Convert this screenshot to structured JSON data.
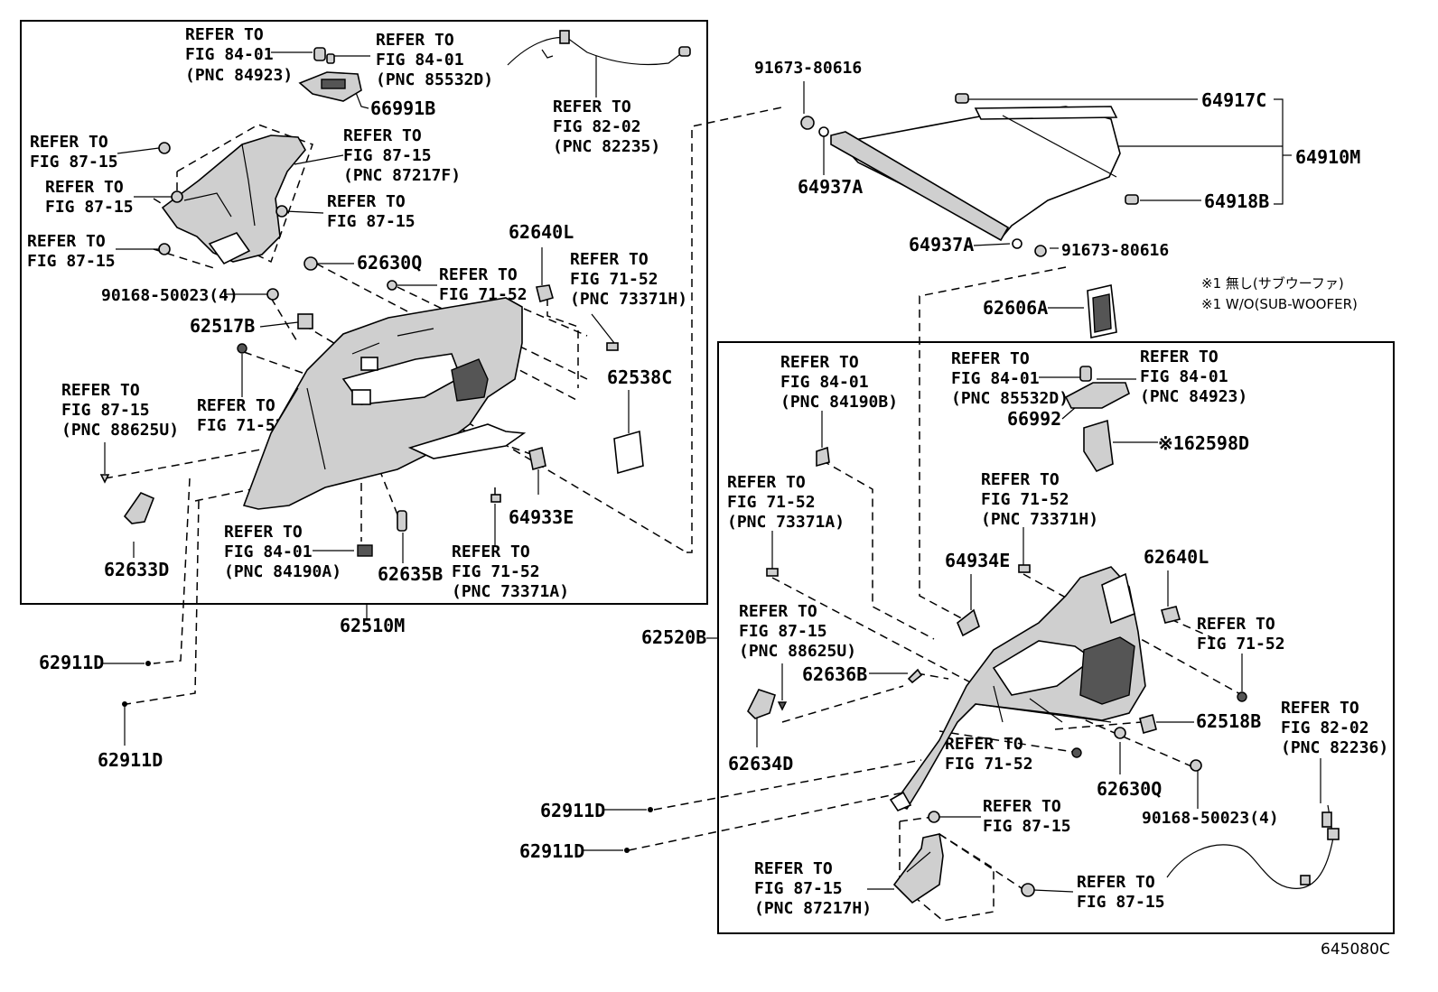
{
  "diagram_code": "645080C",
  "notes": {
    "line1": "※1 無し(サブウーファ)",
    "line2": "※1 W/O(SUB-WOOFER)"
  },
  "left_panel": {
    "assembly": "62510M",
    "refs": {
      "r1": [
        "REFER TO",
        "FIG 84-01",
        "(PNC 84923)"
      ],
      "r2": [
        "REFER TO",
        "FIG 84-01",
        "(PNC 85532D)"
      ],
      "r3": [
        "REFER TO",
        "FIG 82-02",
        "(PNC 82235)"
      ],
      "r4": [
        "REFER TO",
        "FIG 87-15"
      ],
      "r5": [
        "REFER TO",
        "FIG 87-15",
        "(PNC 87217F)"
      ],
      "r6": [
        "REFER TO",
        "FIG 87-15"
      ],
      "r7": [
        "REFER TO",
        "FIG 87-15"
      ],
      "r8": [
        "REFER TO",
        "FIG 87-15"
      ],
      "r9": [
        "REFER TO",
        "FIG 71-52"
      ],
      "r10": [
        "REFER TO",
        "FIG 71-52",
        "(PNC 73371H)"
      ],
      "r11": [
        "REFER TO",
        "FIG 87-15",
        "(PNC 88625U)"
      ],
      "r12": [
        "REFER TO",
        "FIG 71-52"
      ],
      "r13": [
        "REFER TO",
        "FIG 84-01",
        "(PNC 84190A)"
      ],
      "r14": [
        "REFER TO",
        "FIG 71-52",
        "(PNC 73371A)"
      ]
    },
    "parts": {
      "p66991B": "66991B",
      "p62630Q": "62630Q",
      "p62640L": "62640L",
      "p90168": "90168-50023(4)",
      "p62517B": "62517B",
      "p62538C": "62538C",
      "p64933E": "64933E",
      "p62633D": "62633D",
      "p62635B": "62635B"
    }
  },
  "top_right": {
    "bolt_top": "91673-80616",
    "p64937A_top": "64937A",
    "p64917C": "64917C",
    "p64910M": "64910M",
    "p64918B": "64918B",
    "p64937A_bottom": "64937A",
    "bolt_bottom": "91673-80616",
    "p62606A": "62606A"
  },
  "outside_left": {
    "p62911D_1": "62911D",
    "p62911D_2": "62911D",
    "p62911D_3": "62911D",
    "p62911D_4": "62911D"
  },
  "right_panel": {
    "assembly": "62520B",
    "refs": {
      "s1": [
        "REFER TO",
        "FIG 84-01",
        "(PNC 84190B)"
      ],
      "s2": [
        "REFER TO",
        "FIG 84-01",
        "(PNC 85532D)"
      ],
      "s3": [
        "REFER TO",
        "FIG 84-01",
        "(PNC 84923)"
      ],
      "s4": [
        "REFER TO",
        "FIG 71-52",
        "(PNC 73371A)"
      ],
      "s5": [
        "REFER TO",
        "FIG 71-52",
        "(PNC 73371H)"
      ],
      "s6": [
        "REFER TO",
        "FIG 87-15",
        "(PNC 88625U)"
      ],
      "s7": [
        "REFER TO",
        "FIG 71-52"
      ],
      "s8": [
        "REFER TO",
        "FIG 71-52"
      ],
      "s9": [
        "REFER TO",
        "FIG 82-02",
        "(PNC 82236)"
      ],
      "s10": [
        "REFER TO",
        "FIG 87-15"
      ],
      "s11": [
        "REFER TO",
        "FIG 87-15",
        "(PNC 87217H)"
      ],
      "s12": [
        "REFER TO",
        "FIG 87-15"
      ]
    },
    "parts": {
      "p66992": "66992",
      "p62598D": "※162598D",
      "p64934E": "64934E",
      "p62640L": "62640L",
      "p62636B": "62636B",
      "p62634D": "62634D",
      "p62518B": "62518B",
      "p62630Q": "62630Q",
      "p90168": "90168-50023(4)"
    }
  }
}
